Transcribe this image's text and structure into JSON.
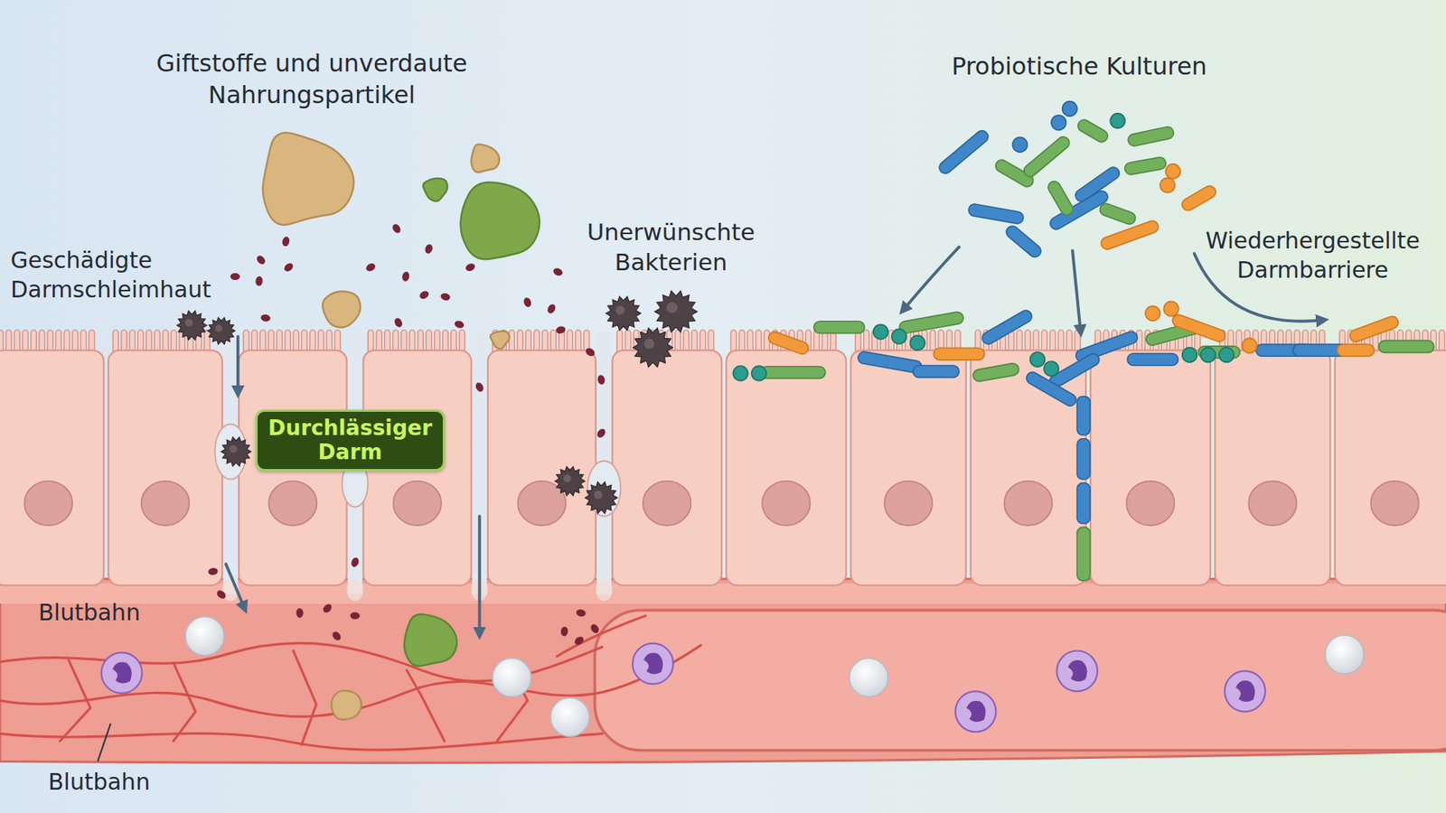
{
  "diagram": {
    "nodes": [
      {
        "text": [
          "Durchlässiger Darm"
        ]
      }
    ],
    "labels": [
      "Giftstoffe und unverdaute Nahrungspartikel",
      "Probiotische Kulturen",
      "Geschädigte Darmschleimhaut",
      "Unerwünschte Bakterien",
      "Wiederhergestellte Darmbarriere",
      "Blutbahn",
      "Blutbahn"
    ]
  }
}
